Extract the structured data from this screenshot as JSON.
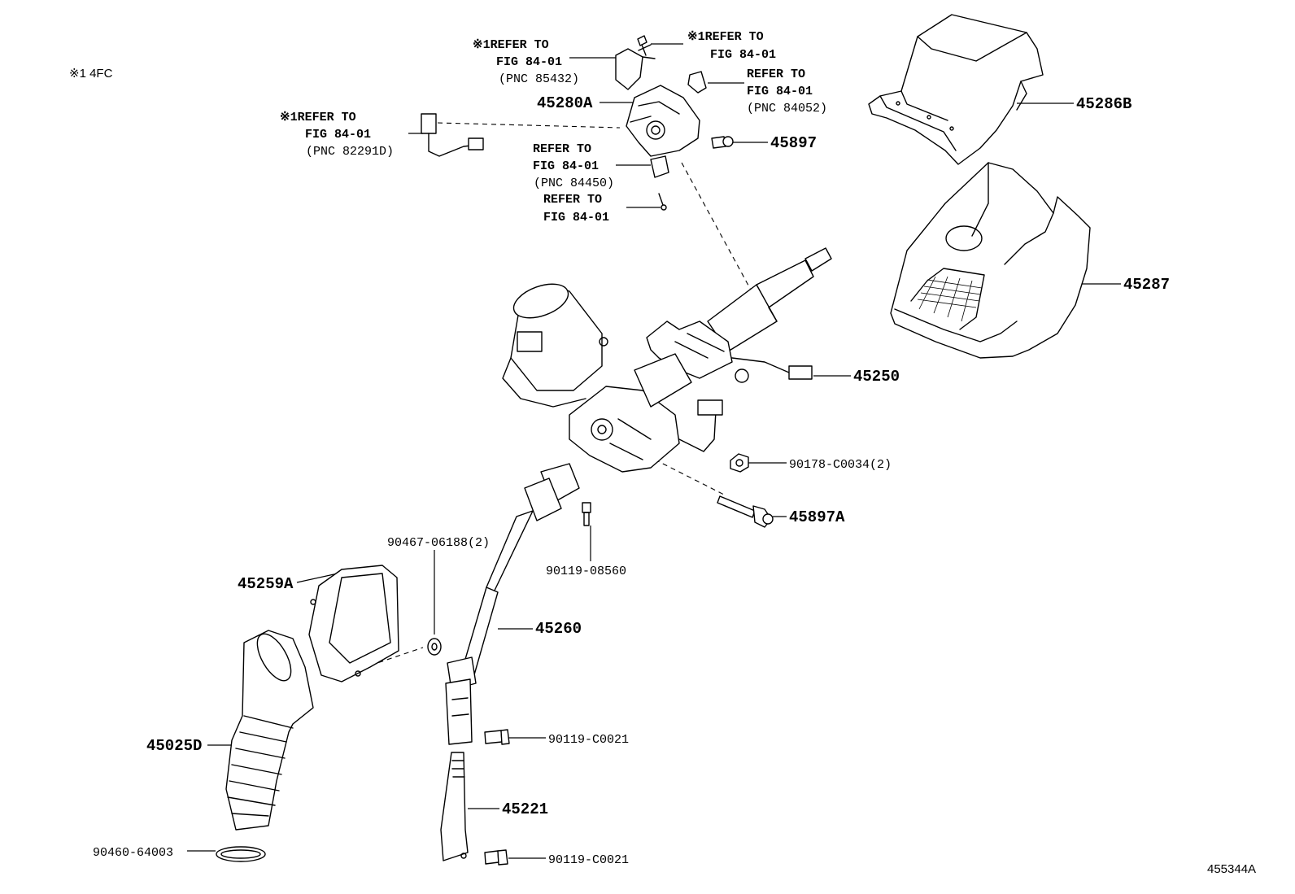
{
  "diagram": {
    "note": "※1 4FC",
    "figure_id": "455344A",
    "parts": {
      "p45286B": "45286B",
      "p45287": "45287",
      "p45280A": "45280A",
      "p45897": "45897",
      "p45250": "45250",
      "p90178": "90178-C0034(2)",
      "p45897A": "45897A",
      "p90467": "90467-06188(2)",
      "p90119_08560": "90119-08560",
      "p45259A": "45259A",
      "p45260": "45260",
      "p45025D": "45025D",
      "p90119_C0021a": "90119-C0021",
      "p45221": "45221",
      "p90460": "90460-64003",
      "p90119_C0021b": "90119-C0021"
    },
    "refs": {
      "r85432": {
        "l1": "※1REFER TO",
        "l2": "FIG 84-01",
        "l3": "(PNC 85432)"
      },
      "rtop": {
        "l1": "※1REFER TO",
        "l2": "FIG 84-01"
      },
      "r84052": {
        "l1": "REFER TO",
        "l2": "FIG 84-01",
        "l3": "(PNC 84052)"
      },
      "r82291D": {
        "l1": "※1REFER TO",
        "l2": "FIG 84-01",
        "l3": "(PNC 82291D)"
      },
      "r84450": {
        "l1": "REFER TO",
        "l2": "FIG 84-01",
        "l3": "(PNC 84450)"
      },
      "rscrew": {
        "l1": "REFER TO",
        "l2": "FIG 84-01"
      }
    }
  }
}
